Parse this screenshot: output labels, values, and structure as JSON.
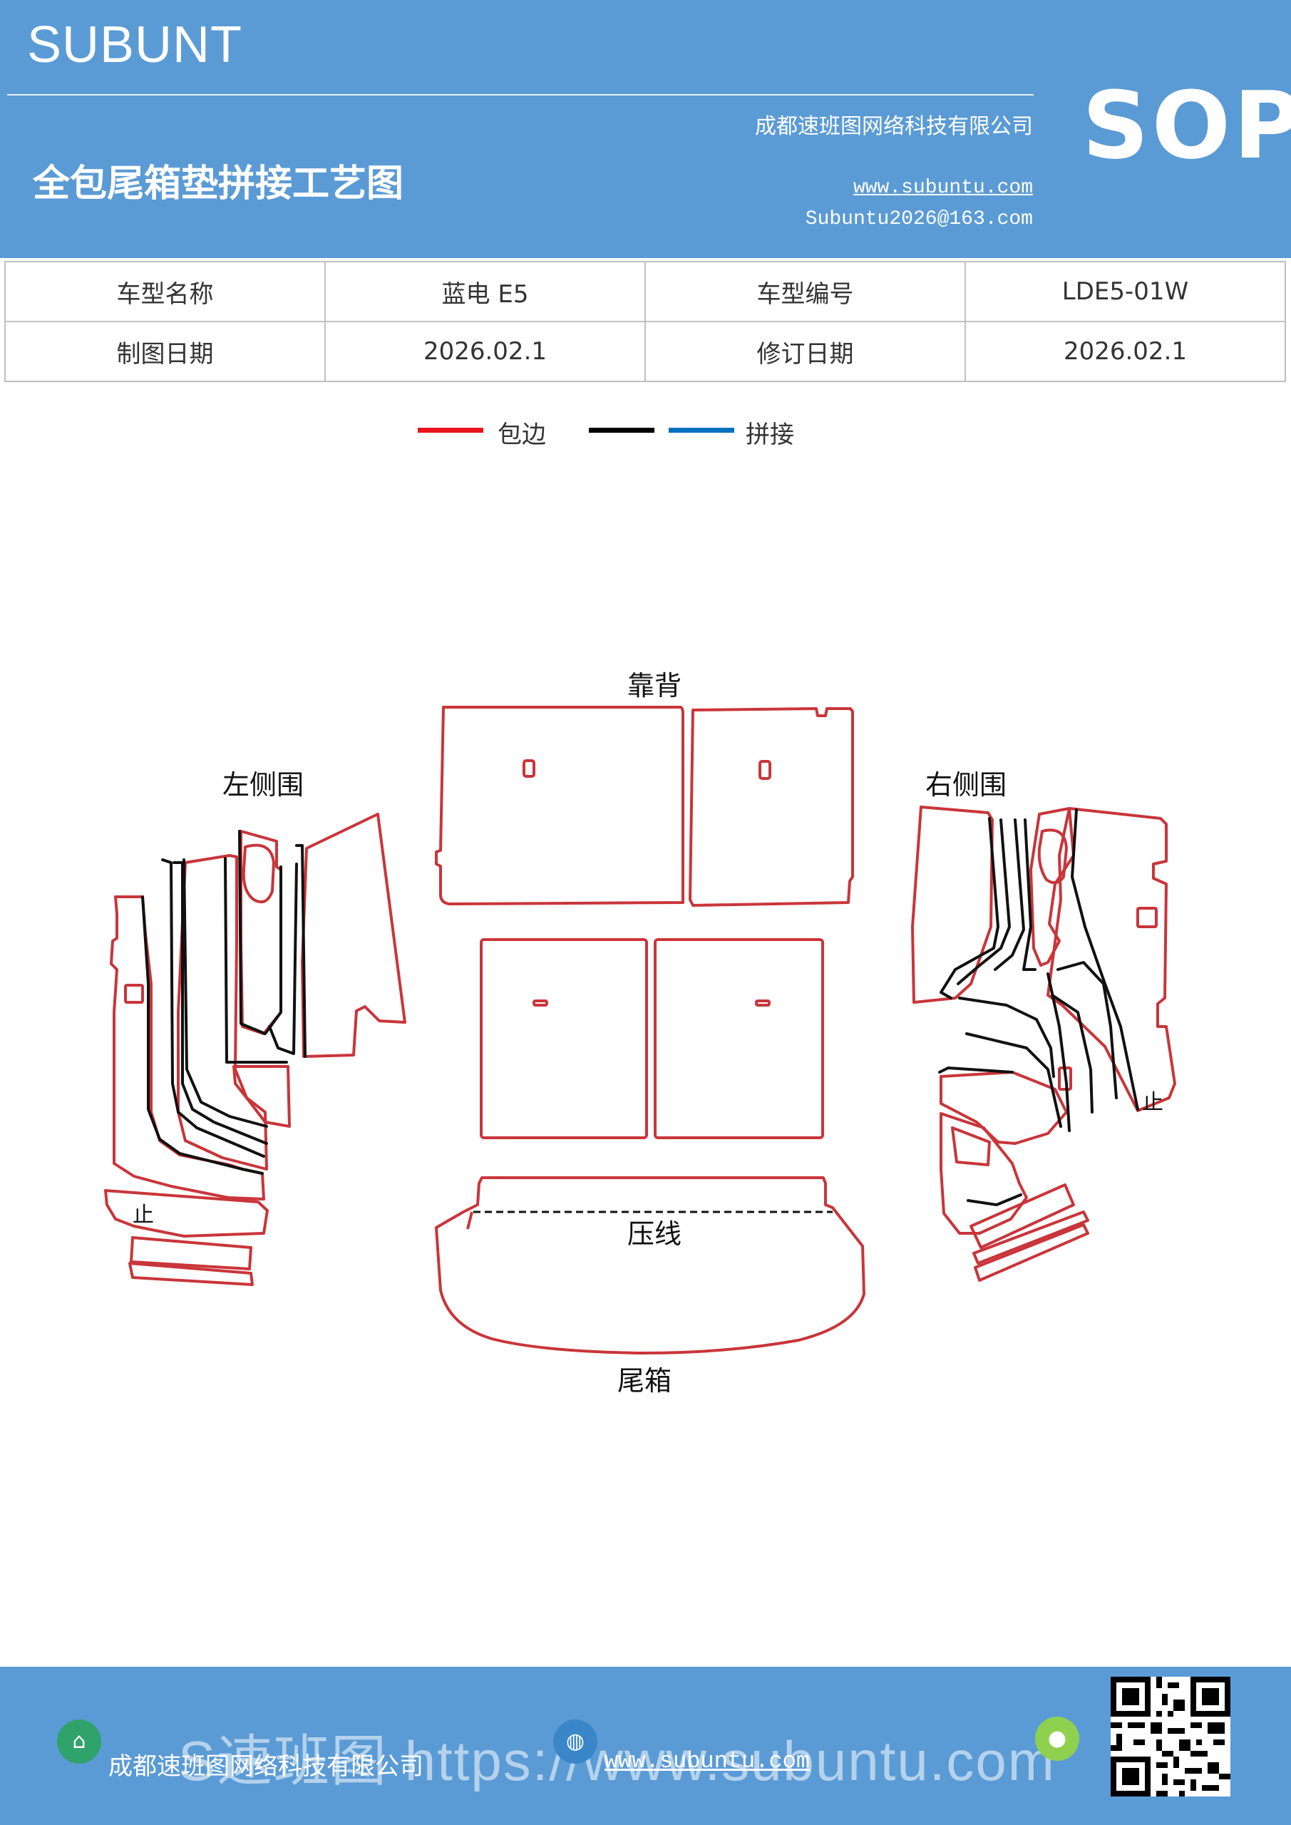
{
  "header": {
    "brand": "SUBUNT",
    "company": "成都速班图网络科技有限公司",
    "title": "全包尾箱垫拼接工艺图",
    "website": "www.subuntu.com",
    "email": "Subuntu2026@163.com",
    "badge": "SOP",
    "background_color": "#5b9bd5"
  },
  "info_table": {
    "rows": [
      [
        "车型名称",
        "蓝电 E5",
        "车型编号",
        "LDE5-01W"
      ],
      [
        "制图日期",
        "2026.02.1",
        "修订日期",
        "2026.02.1"
      ]
    ]
  },
  "legend": {
    "items": [
      {
        "color": "#e8141b",
        "label": "包边"
      },
      {
        "color": "#000000",
        "label": ""
      },
      {
        "color": "#0070c0",
        "label": "拼接"
      }
    ]
  },
  "diagram": {
    "labels": {
      "backrest": "靠背",
      "left_side": "左侧围",
      "right_side": "右侧围",
      "crease": "压线",
      "trunk": "尾箱",
      "stop_left": "止",
      "stop_right": "止"
    },
    "outline_color": "#c9353a",
    "seam_color": "#111111"
  },
  "footer": {
    "company": "成都速班图网络科技有限公司",
    "website": "www.subuntu.com",
    "watermark": "S速班图 https://www.subuntu.com",
    "background_color": "#5b9bd5",
    "icons": [
      "building-icon",
      "globe-icon",
      "wechat-icon"
    ]
  }
}
